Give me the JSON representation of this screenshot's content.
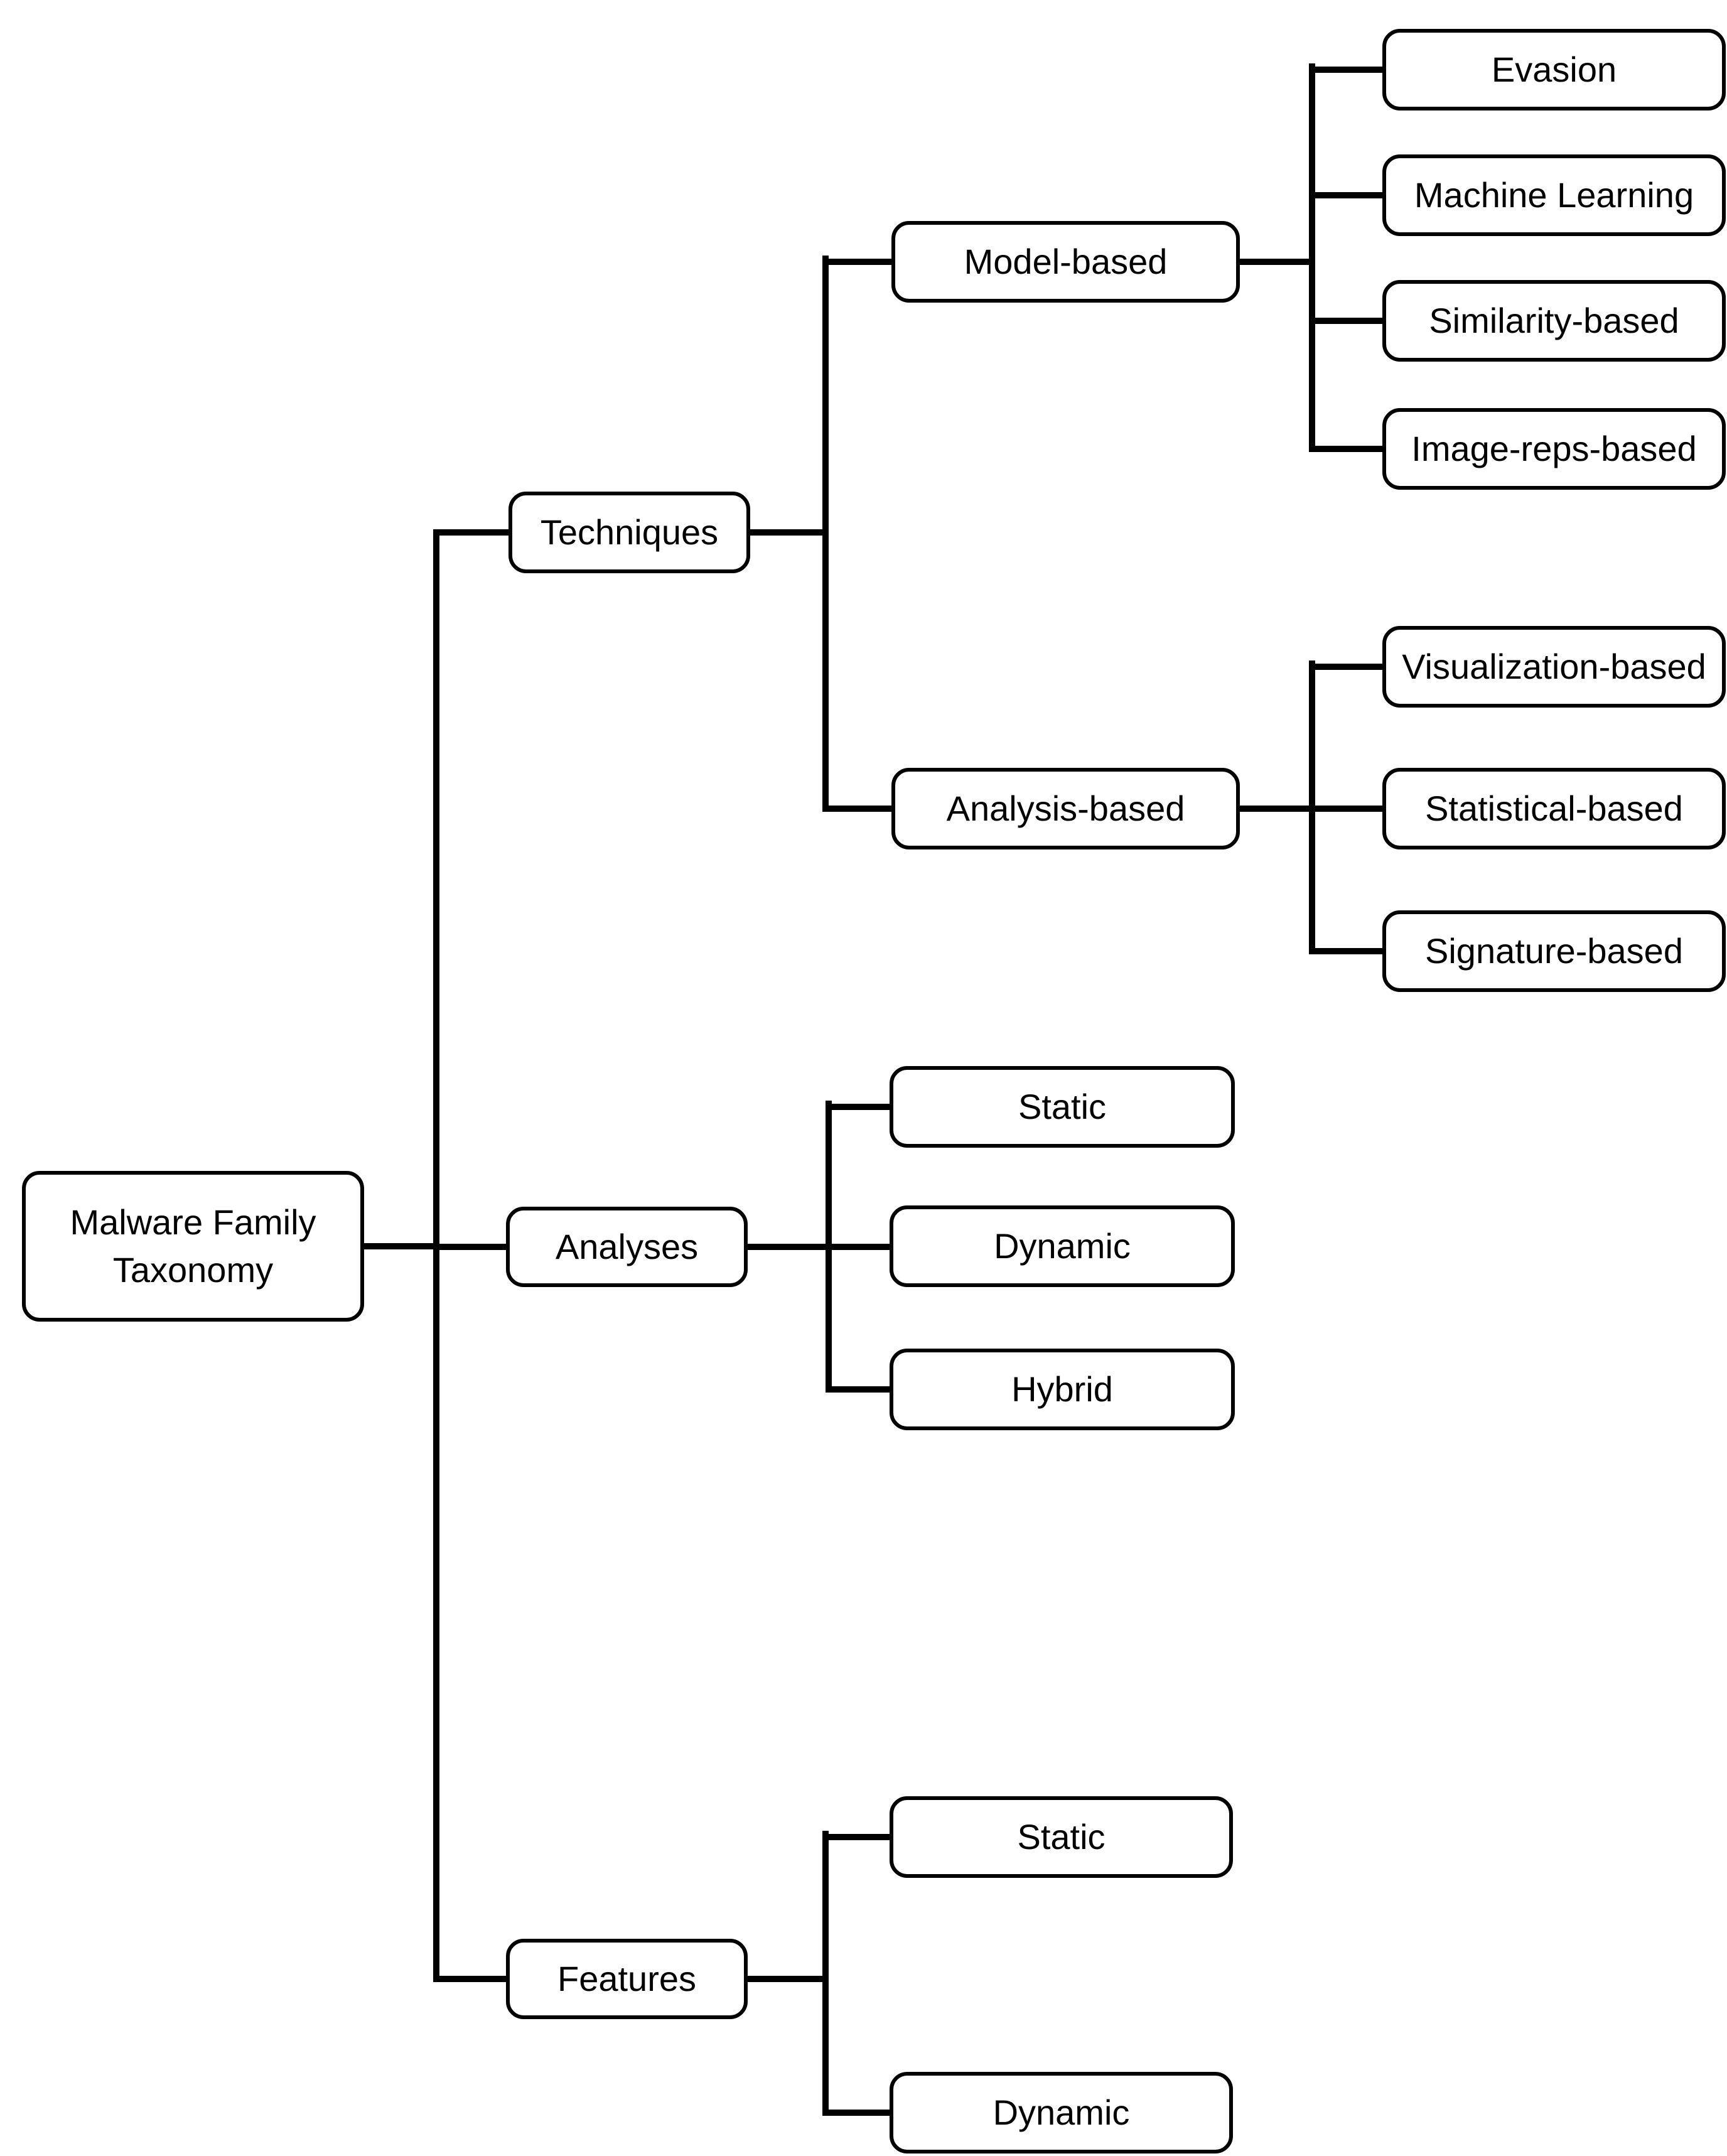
{
  "diagram_type": "taxonomy-tree",
  "colors": {
    "background": "#ffffff",
    "node_fill": "#ffffff",
    "node_border": "#000000",
    "connector": "#000000",
    "text": "#000000"
  },
  "tree": {
    "label": "Malware Family Taxonomy",
    "children": [
      {
        "label": "Techniques",
        "children": [
          {
            "label": "Model-based",
            "children": [
              {
                "label": "Evasion"
              },
              {
                "label": "Machine Learning"
              },
              {
                "label": "Similarity-based"
              },
              {
                "label": "Image-reps-based"
              }
            ]
          },
          {
            "label": "Analysis-based",
            "children": [
              {
                "label": "Visualization-based"
              },
              {
                "label": "Statistical-based"
              },
              {
                "label": "Signature-based"
              }
            ]
          }
        ]
      },
      {
        "label": "Analyses",
        "children": [
          {
            "label": "Static"
          },
          {
            "label": "Dynamic"
          },
          {
            "label": "Hybrid"
          }
        ]
      },
      {
        "label": "Features",
        "children": [
          {
            "label": "Static"
          },
          {
            "label": "Dynamic"
          }
        ]
      }
    ]
  }
}
